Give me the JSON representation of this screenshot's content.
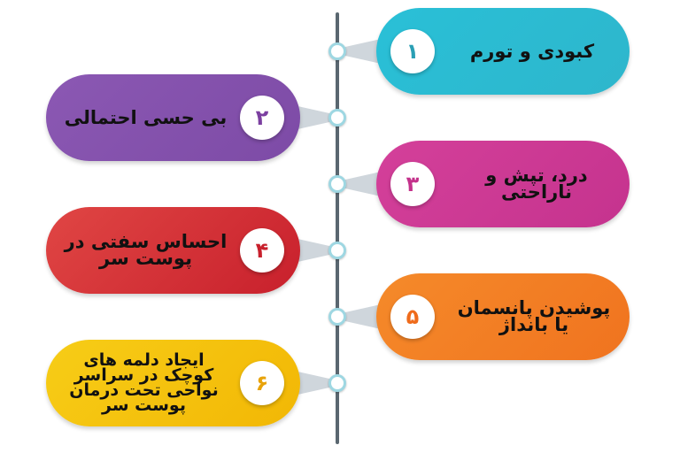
{
  "steps": [
    {
      "number": "۱",
      "label": "کبودی و تورم",
      "color": "#2eb6cc",
      "color2": "#29c0d7",
      "number_color": "#2a9fb4"
    },
    {
      "number": "۲",
      "label": "بی حسی احتمالی",
      "color": "#7d4ba6",
      "color2": "#8b58b3",
      "number_color": "#7b3fa0"
    },
    {
      "number": "۳",
      "label": "درد، تپش و ناراحتی",
      "color": "#c5338e",
      "color2": "#d4409a",
      "number_color": "#c4318b"
    },
    {
      "number": "۴",
      "label": "احساس سفتی در پوست سر",
      "color": "#c8202c",
      "color2": "#e04644",
      "number_color": "#c8202c"
    },
    {
      "number": "۵",
      "label": "پوشیدن پانسمان یا بانداژ",
      "color": "#f0731f",
      "color2": "#f58a2a",
      "number_color": "#ef6b1b"
    },
    {
      "number": "۶",
      "label": "ایجاد دلمه های کوچک در سراسر نواحی تحت درمان پوست سر",
      "color": "#f2b705",
      "color2": "#f7cd17",
      "number_color": "#e8a30a"
    }
  ]
}
